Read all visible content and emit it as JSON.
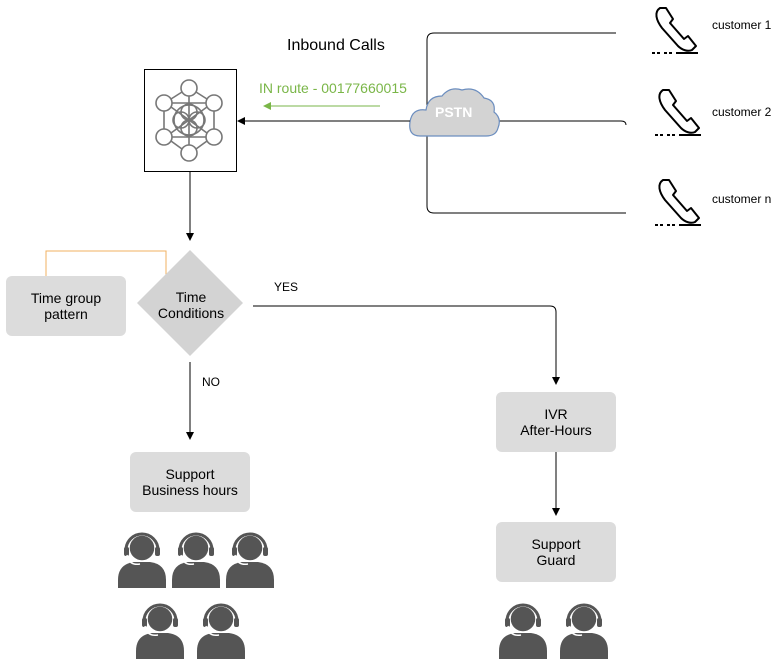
{
  "title": "Inbound Calls",
  "in_route": "IN route - 00177660015",
  "pstn": "PSTN",
  "customers": [
    "customer 1",
    "customer 2",
    "customer n"
  ],
  "time_group": [
    "Time group",
    "pattern"
  ],
  "time_conditions": [
    "Time",
    "Conditions"
  ],
  "yes_label": "YES",
  "no_label": "NO",
  "ivr": [
    "IVR",
    "After-Hours"
  ],
  "support_business": [
    "Support",
    "Business hours"
  ],
  "support_guard": [
    "Support",
    "Guard"
  ],
  "colors": {
    "green": "#7ab648",
    "orange": "#f0b060",
    "box": "#dcdcdc",
    "agent": "#555555",
    "cloud": "#d3d3d3",
    "cloud_stroke": "#6c8ebf"
  }
}
